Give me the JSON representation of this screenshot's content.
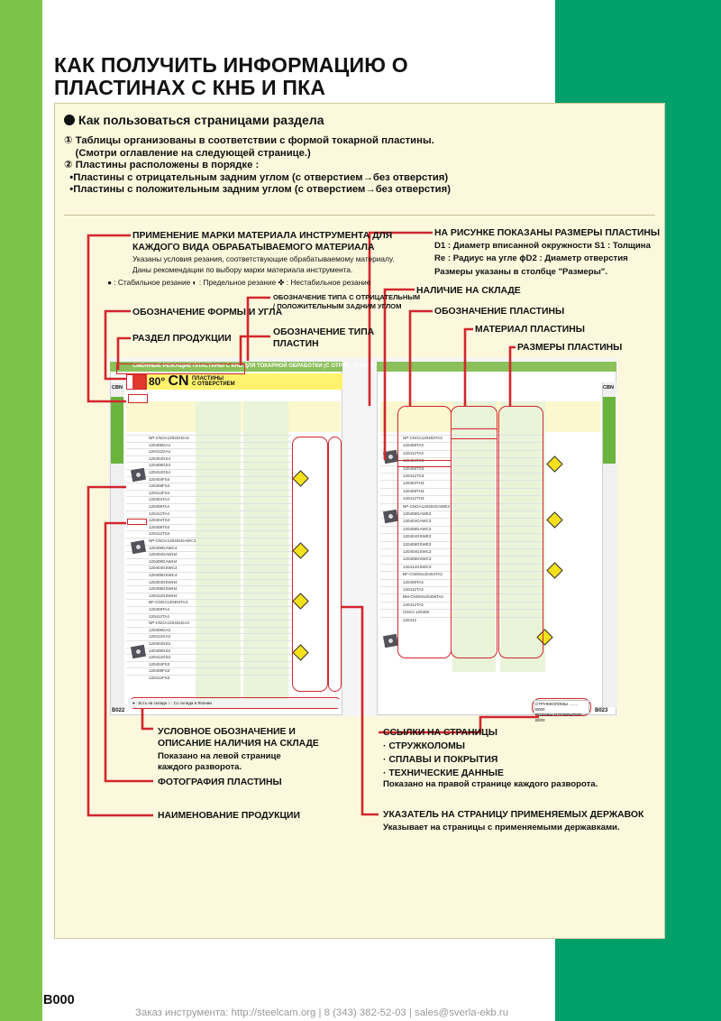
{
  "title": {
    "line1": "КАК ПОЛУЧИТЬ ИНФОРМАЦИЮ О",
    "line2": "ПЛАСТИНАХ С КНБ И ПКА"
  },
  "box": {
    "heading": "Как пользоваться страницами раздела",
    "intro": [
      "① Таблицы организованы в соответствии с формой токарной пластины.",
      "    (Смотри оглавление на следующей странице.)",
      "② Пластины расположены в порядке :",
      "  •Пластины с отрицательным задним углом (с отверстием→без отверстия)",
      "  •Пластины с положительным задним углом (с отверстием→без отверстия)"
    ]
  },
  "annotations": {
    "grade": {
      "title1": "ПРИМЕНЕНИЕ МАРКИ МАТЕРИАЛА ИНСТРУМЕНТА ДЛЯ",
      "title2": "КАЖДОГО ВИДА ОБРАБАТЫВАЕМОГО МАТЕРИАЛА",
      "sub1": "Указаны условия резания, соответствующие обрабатываемому материалу.",
      "sub2": "Даны рекомендации по выбору марки материала инструмента.",
      "legend": "● : Стабильное резание  ◐ : Предельное резание  ✤ : Нестабильное резание"
    },
    "shape_angle": "ОБОЗНАЧЕНИЕ ФОРМЫ И УГЛА",
    "neg_type1": "ОБОЗНАЧЕНИЕ ТИПА С ОТРИЦАТЕЛЬНЫМ",
    "neg_type2": "/ ПОЛОЖИТЕЛЬНЫМ ЗАДНИМ УГЛОМ",
    "section": "РАЗДЕЛ ПРОДУКЦИИ",
    "insert_type1": "ОБОЗНАЧЕНИЕ ТИПА",
    "insert_type2": "ПЛАСТИН",
    "dims_pic": {
      "title": "НА РИСУНКЕ ПОКАЗАНЫ РАЗМЕРЫ ПЛАСТИНЫ",
      "line1": "D1 : Диаметр вписанной окружности  S1 : Толщина",
      "line2": "Re : Радиус на угле   ϕD2 : Диаметр отверстия",
      "line3": "Размеры указаны в столбце \"Размеры\"."
    },
    "stock": "НАЛИЧИЕ НА СКЛАДЕ",
    "insert_designation": "ОБОЗНАЧЕНИЕ ПЛАСТИНЫ",
    "insert_material": "МАТЕРИАЛ ПЛАСТИНЫ",
    "insert_dims": "РАЗМЕРЫ ПЛАСТИНЫ",
    "legend_stock": {
      "title1": "УСЛОВНОЕ ОБОЗНАЧЕНИЕ И",
      "title2": "ОПИСАНИЕ НАЛИЧИЯ НА СКЛАДЕ",
      "sub1": "Показано на левой странице",
      "sub2": "каждого разворота."
    },
    "photo": "ФОТОГРАФИЯ ПЛАСТИНЫ",
    "product_name": "НАИМЕНОВАНИЕ ПРОДУКЦИИ",
    "page_refs": {
      "title": "ССЫЛКИ НА СТРАНИЦЫ",
      "items": [
        "· СТРУЖКОЛОМЫ",
        "· СПЛАВЫ И ПОКРЫТИЯ",
        "· ТЕХНИЧЕСКИЕ ДАННЫЕ"
      ],
      "sub": "Показано на правой странице каждого разворота."
    },
    "holder_index": {
      "title": "УКАЗАТЕЛЬ НА СТРАНИЦУ ПРИМЕНЯЕМЫХ ДЕРЖАВОК",
      "sub": "Указывает на страницы с применяемыми державками."
    }
  },
  "mock": {
    "band_text": "СМЕННЫЕ РЕЖУЩИЕ ПЛАСТИНЫ С КНБ ДЛЯ ТОКАРНОЙ ОБРАБОТКИ (С ОТРИЦ. УГЛОМ)",
    "angle": "80°",
    "cn": "CN",
    "cn_sub1": "ПЛАСТИНЫ",
    "cn_sub2": "С ОТВЕРСТИЕМ",
    "cbn_left": "CBN",
    "cbn_right": "CBN",
    "page_left": "B022",
    "page_right": "B023",
    "left_rows": [
      "NP-CNGA120404GA4",
      "120408GA4",
      "120412GA4",
      "120404GS4",
      "120408GS4",
      "120412GS4",
      "120404FS4",
      "120408FS4",
      "120412FS4",
      "120404TA4",
      "120408TA4",
      "120412TA4",
      "120404TS4",
      "120408TS4",
      "120412TS4",
      "NP-CNGA120404GAWC4",
      "120408GAWC4",
      "120404GAWH4",
      "120408GAWH4",
      "120404GSWC4",
      "120408GSWC4",
      "120404GSWH4",
      "120408GSWH4",
      "120412GSWH4",
      "BF-CNGA120404TA4",
      "120408TA4",
      "120412TA4",
      "NP-CNGA120404GA3",
      "120408GA3",
      "120412GA3",
      "120404GS3",
      "120408GS3",
      "120412GS3",
      "120404FS3",
      "120408FS3",
      "120412FS3"
    ],
    "right_rows": [
      "NP-CNGA120404TA3",
      "120408TA3",
      "120412TA3",
      "120404TS3",
      "120408TS3",
      "120412TS3",
      "120404TH3",
      "120408TH3",
      "120412TH3",
      "NP-CNGA120404GAWE3",
      "120408GAWE3",
      "120404GAWC3",
      "120408GAWC3",
      "120404GSWE3",
      "120408GSWE3",
      "120404GSWC3",
      "120408GSWC3",
      "120412GSWC3",
      "BF-CNGM120404TA2",
      "120408TA2",
      "120412TA2",
      "BM-CNGM120408TA2",
      "120412TA2",
      "CNGA 120408",
      "120412"
    ],
    "legend_text": "● : Есть на складе   ○ : Со склада в Японии",
    "ref_box_line1": "СТРУЖКОЛОМЫ ........ B000",
    "ref_box_line2": "СПЛАВЫ И ПОКРЫТИЯ .. B000",
    "ref_box_line3": "ТЕХНИЧЕСКИЕ ДАННЫЕ . B000"
  },
  "footer": {
    "page_code": "B000",
    "contact": "Заказ инструмента: http://steelcam.org  |  8 (343) 382-52-03  |  sales@sverla-ekb.ru"
  },
  "colors": {
    "left_strip": "#7cc34c",
    "right_strip": "#00a06a",
    "box_bg": "#fbf8dd",
    "callout": "#d3262d"
  }
}
